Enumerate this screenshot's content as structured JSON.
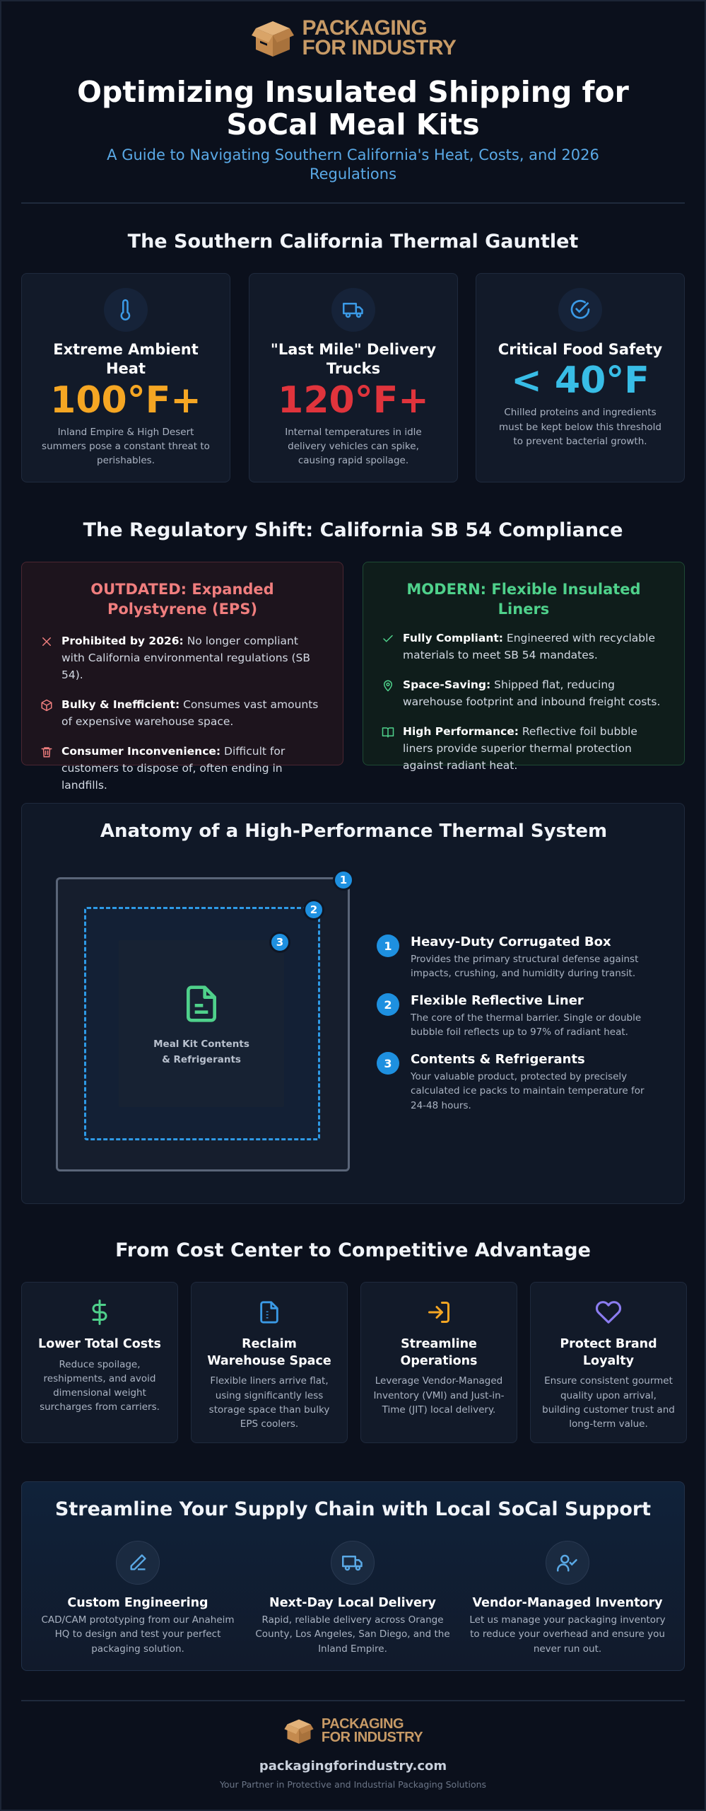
{
  "brand": {
    "line1": "PACKAGING",
    "line2": "FOR INDUSTRY"
  },
  "header": {
    "title": "Optimizing Insulated Shipping for SoCal Meal Kits",
    "subtitle": "A Guide to Navigating Southern California's Heat, Costs, and 2026 Regulations"
  },
  "thermal": {
    "title": "The Southern California Thermal Gauntlet",
    "cards": [
      {
        "icon": "thermometer-icon",
        "heading": "Extreme Ambient Heat",
        "value": "100°F+",
        "color": "#f5a623",
        "desc": "Inland Empire & High Desert summers pose a constant threat to perishables."
      },
      {
        "icon": "truck-icon",
        "heading": "\"Last Mile\" Delivery Trucks",
        "value": "120°F+",
        "color": "#e0343c",
        "desc": "Internal temperatures in idle delivery vehicles can spike, causing rapid spoilage."
      },
      {
        "icon": "check-circle-icon",
        "heading": "Critical Food Safety",
        "value": "< 40°F",
        "color": "#38bde6",
        "desc": "Chilled proteins and ingredients must be kept below this threshold to prevent bacterial growth."
      }
    ]
  },
  "regulatory": {
    "title": "The Regulatory Shift: California SB 54 Compliance",
    "outdated": {
      "title": "OUTDATED: Expanded Polystyrene (EPS)",
      "color": "#f07e7e",
      "items": [
        {
          "icon": "x-icon",
          "bold": "Prohibited by 2026:",
          "text": " No longer compliant with California environmental regulations (SB 54)."
        },
        {
          "icon": "box-icon",
          "bold": "Bulky & Inefficient:",
          "text": " Consumes vast amounts of expensive warehouse space."
        },
        {
          "icon": "trash-icon",
          "bold": "Consumer Inconvenience:",
          "text": " Difficult for customers to dispose of, often ending in landfills."
        }
      ]
    },
    "modern": {
      "title": "MODERN: Flexible Insulated Liners",
      "color": "#4fd18b",
      "items": [
        {
          "icon": "check-icon",
          "bold": "Fully Compliant:",
          "text": " Engineered with recyclable materials to meet SB 54 mandates."
        },
        {
          "icon": "map-pin-icon",
          "bold": "Space-Saving:",
          "text": " Shipped flat, reducing warehouse footprint and inbound freight costs."
        },
        {
          "icon": "book-icon",
          "bold": "High Performance:",
          "text": " Reflective foil bubble liners provide superior thermal protection against radiant heat."
        }
      ]
    }
  },
  "anatomy": {
    "title": "Anatomy of a High-Performance Thermal System",
    "diagram_label_line1": "Meal Kit Contents",
    "diagram_label_line2": "& Refrigerants",
    "badges": [
      "1",
      "2",
      "3"
    ],
    "items": [
      {
        "num": "1",
        "heading": "Heavy-Duty Corrugated Box",
        "desc": "Provides the primary structural defense against impacts, crushing, and humidity during transit."
      },
      {
        "num": "2",
        "heading": "Flexible Reflective Liner",
        "desc": "The core of the thermal barrier. Single or double bubble foil reflects up to 97% of radiant heat."
      },
      {
        "num": "3",
        "heading": "Contents & Refrigerants",
        "desc": "Your valuable product, protected by precisely calculated ice packs to maintain temperature for 24-48 hours."
      }
    ]
  },
  "advantage": {
    "title": "From Cost Center to Competitive Advantage",
    "cards": [
      {
        "icon": "dollar-icon",
        "color": "#4fd18b",
        "heading": "Lower Total Costs",
        "desc": "Reduce spoilage, reshipments, and avoid dimensional weight surcharges from carriers."
      },
      {
        "icon": "file-icon",
        "color": "#3b9ae6",
        "heading": "Reclaim Warehouse Space",
        "desc": "Flexible liners arrive flat, using significantly less storage space than bulky EPS coolers."
      },
      {
        "icon": "log-in-icon",
        "color": "#f5a623",
        "heading": "Streamline Operations",
        "desc": "Leverage Vendor-Managed Inventory (VMI) and Just-in-Time (JIT) local delivery."
      },
      {
        "icon": "heart-icon",
        "color": "#8b7cf0",
        "heading": "Protect Brand Loyalty",
        "desc": "Ensure consistent gourmet quality upon arrival, building customer trust and long-term value."
      }
    ]
  },
  "supply": {
    "title": "Streamline Your Supply Chain with Local SoCal Support",
    "cols": [
      {
        "icon": "pen-icon",
        "heading": "Custom Engineering",
        "desc": "CAD/CAM prototyping from our Anaheim HQ to design and test your perfect packaging solution."
      },
      {
        "icon": "truck-icon",
        "heading": "Next-Day Local Delivery",
        "desc": "Rapid, reliable delivery across Orange County, Los Angeles, San Diego, and the Inland Empire."
      },
      {
        "icon": "user-check-icon",
        "heading": "Vendor-Managed Inventory",
        "desc": "Let us manage your packaging inventory to reduce your overhead and ensure you never run out."
      }
    ]
  },
  "footer": {
    "site": "packagingforindustry.com",
    "tagline": "Your Partner in Protective and Industrial Packaging Solutions"
  }
}
